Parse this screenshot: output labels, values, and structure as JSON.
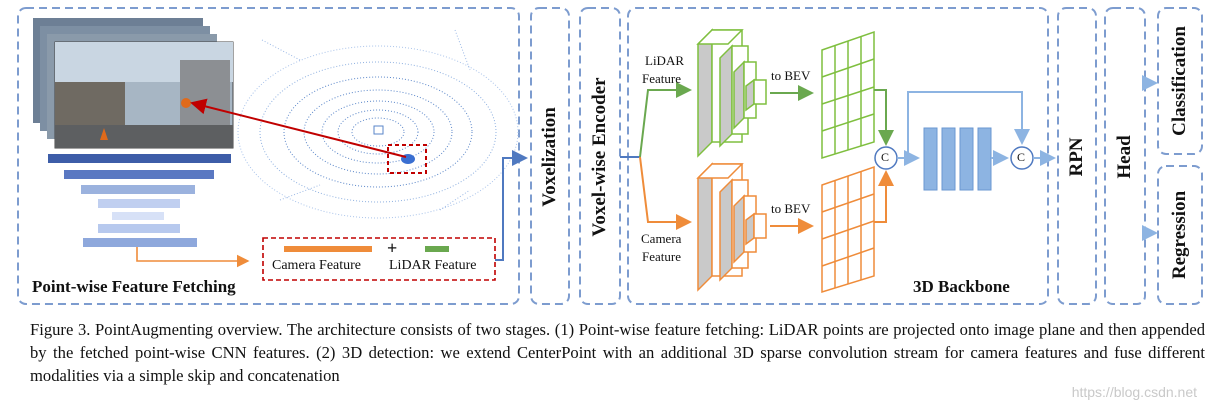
{
  "stage_labels": {
    "point_wise": "Point-wise Feature Fetching",
    "voxelization": "Voxelization",
    "voxel_encoder": "Voxel-wise Encoder",
    "backbone": "3D Backbone",
    "rpn": "RPN",
    "head": "Head",
    "classification": "Classification",
    "regression": "Regression"
  },
  "feature_box": {
    "camera": "Camera Feature",
    "plus": "+",
    "lidar": "LiDAR Feature"
  },
  "branch_labels": {
    "lidar_line1": "LiDAR",
    "lidar_line2": "Feature",
    "camera_line1": "Camera",
    "camera_line2": "Feature",
    "to_bev_top": "to BEV",
    "to_bev_bottom": "to BEV",
    "concat_a": "C",
    "concat_b": "C"
  },
  "caption": "Figure 3. PointAugmenting overview. The architecture consists of two stages. (1) Point-wise feature fetching: LiDAR points are projected onto image plane and then appended by the fetched point-wise CNN features. (2) 3D detection: we extend CenterPoint with an additional 3D sparse convolution stream for camera features and fuse different modalities via a simple skip and concatenation",
  "watermark": "https://blog.csdn.net",
  "colors": {
    "dashed_border": "#7d9ccf",
    "lidar_green": "#7fbf3f",
    "camera_orange": "#ef8c3a",
    "blue_block": "#8db4e2",
    "red_arrow": "#c00000",
    "bar_dark": "#3d5da8"
  }
}
